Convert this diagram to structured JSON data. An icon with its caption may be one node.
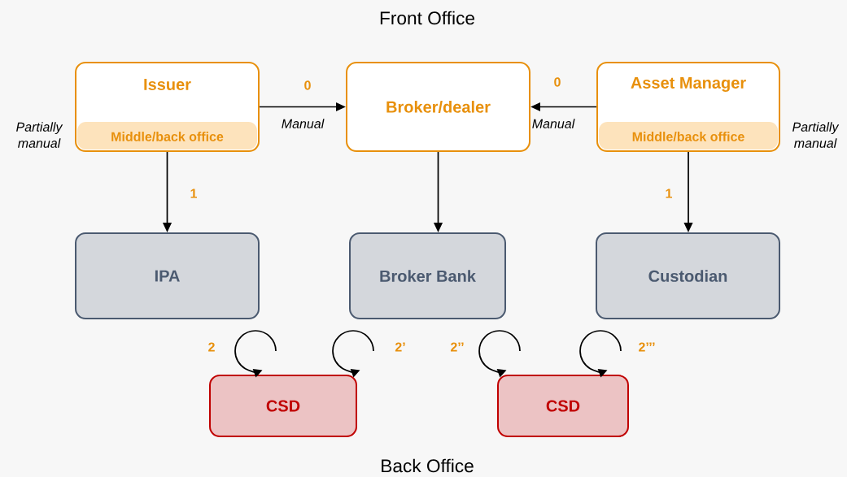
{
  "diagram": {
    "nodes": [
      {
        "text": [
          "Issuer",
          "Middle/back office"
        ],
        "beside": [
          "Partially manual"
        ]
      },
      {
        "text": [
          "Broker/dealer"
        ]
      },
      {
        "text": [
          "Asset Manager",
          "Middle/back office"
        ],
        "beside": [
          "Partially manual"
        ]
      },
      {
        "text": [
          "IPA"
        ]
      },
      {
        "text": [
          "Broker Bank"
        ]
      },
      {
        "text": [
          "Custodian"
        ]
      },
      {
        "text": [
          "CSD"
        ]
      },
      {
        "text": [
          "CSD"
        ]
      }
    ],
    "edges": [
      {
        "from": 0,
        "to": 1,
        "arrow": "to",
        "label": "0"
      },
      {
        "from": 2,
        "to": 1,
        "arrow": "to",
        "label": "0"
      },
      {
        "from": 0,
        "to": 3,
        "arrow": "to",
        "label": "1"
      },
      {
        "from": 1,
        "to": 4,
        "arrow": "to"
      },
      {
        "from": 2,
        "to": 5,
        "arrow": "to",
        "label": "1"
      }
    ],
    "labels": [
      "Front Office",
      "Manual",
      "Manual",
      "2",
      "2’",
      "2’’",
      "2’’’",
      "Back Office"
    ]
  }
}
